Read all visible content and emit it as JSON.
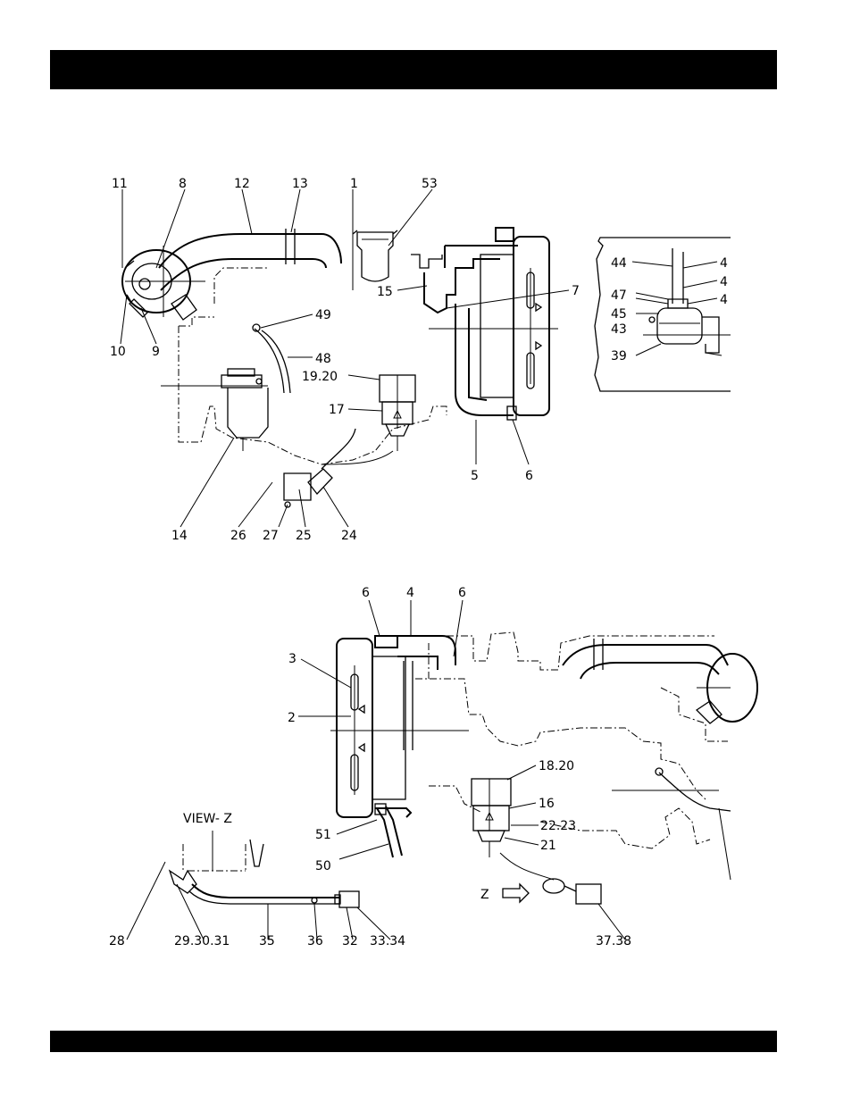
{
  "callouts_upper": [
    {
      "id": "c11",
      "text": "11"
    },
    {
      "id": "c8",
      "text": "8"
    },
    {
      "id": "c12",
      "text": "12"
    },
    {
      "id": "c13",
      "text": "13"
    },
    {
      "id": "c1",
      "text": "1"
    },
    {
      "id": "c53",
      "text": "53"
    },
    {
      "id": "c15",
      "text": "15"
    },
    {
      "id": "c7",
      "text": "7"
    },
    {
      "id": "c10",
      "text": "10"
    },
    {
      "id": "c9",
      "text": "9"
    },
    {
      "id": "c49",
      "text": "49"
    },
    {
      "id": "c48",
      "text": "48"
    },
    {
      "id": "c1920",
      "text": "19.20"
    },
    {
      "id": "c17",
      "text": "17"
    },
    {
      "id": "c5",
      "text": "5"
    },
    {
      "id": "c6a",
      "text": "6"
    },
    {
      "id": "c14",
      "text": "14"
    },
    {
      "id": "c26",
      "text": "26"
    },
    {
      "id": "c27",
      "text": "27"
    },
    {
      "id": "c25",
      "text": "25"
    },
    {
      "id": "c24",
      "text": "24"
    }
  ],
  "callouts_inset": [
    {
      "id": "c44",
      "text": "44"
    },
    {
      "id": "c4a",
      "text": "4"
    },
    {
      "id": "c4b",
      "text": "4"
    },
    {
      "id": "c47",
      "text": "47"
    },
    {
      "id": "c4c",
      "text": "4"
    },
    {
      "id": "c45",
      "text": "45"
    },
    {
      "id": "c43",
      "text": "43"
    },
    {
      "id": "c39",
      "text": "39"
    }
  ],
  "callouts_lower": [
    {
      "id": "c6b",
      "text": "6"
    },
    {
      "id": "c4d",
      "text": "4"
    },
    {
      "id": "c6c",
      "text": "6"
    },
    {
      "id": "c3",
      "text": "3"
    },
    {
      "id": "c2",
      "text": "2"
    },
    {
      "id": "c1820",
      "text": "18.20"
    },
    {
      "id": "c16",
      "text": "16"
    },
    {
      "id": "c2223",
      "text": "22.23"
    },
    {
      "id": "c51",
      "text": "51"
    },
    {
      "id": "c21",
      "text": "21"
    },
    {
      "id": "c50",
      "text": "50"
    },
    {
      "id": "cz",
      "text": "Z"
    },
    {
      "id": "c28",
      "text": "28"
    },
    {
      "id": "c293031",
      "text": "29.30.31"
    },
    {
      "id": "c35",
      "text": "35"
    },
    {
      "id": "c36",
      "text": "36"
    },
    {
      "id": "c32",
      "text": "32"
    },
    {
      "id": "c3334",
      "text": "33.34"
    },
    {
      "id": "c3738",
      "text": "37.38"
    }
  ],
  "view_label": "VIEW- Z"
}
